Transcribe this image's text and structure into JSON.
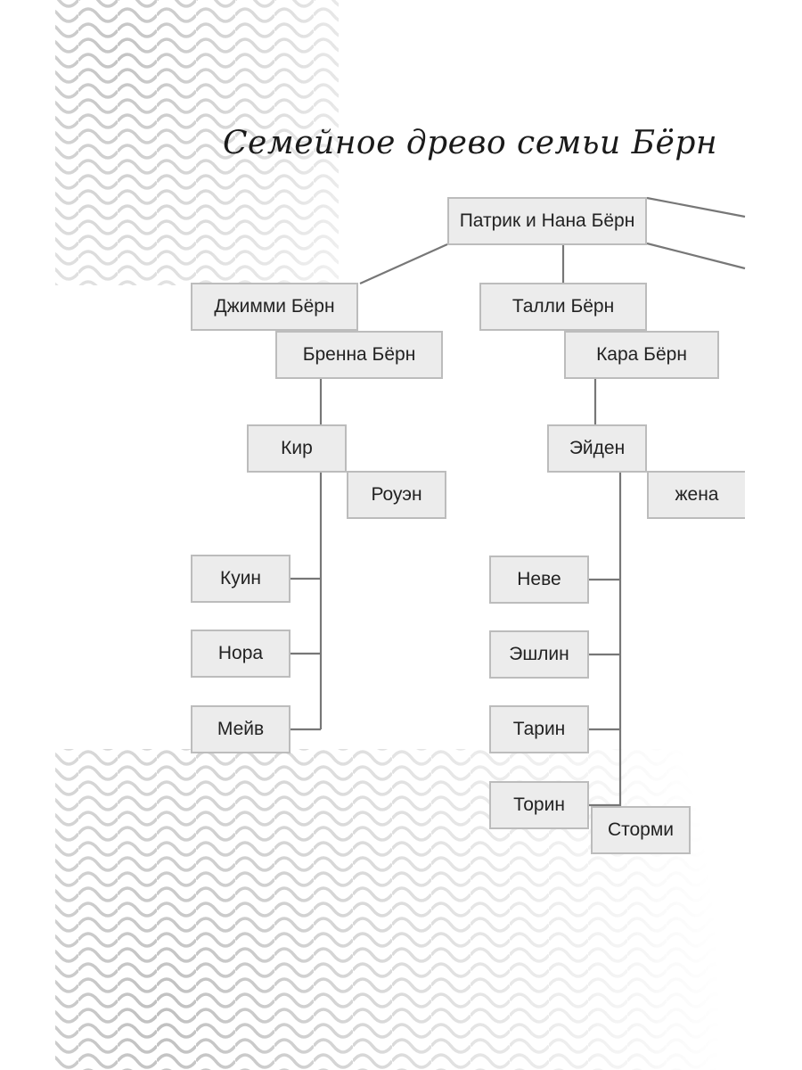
{
  "title": "Семейное древо семьи Бёрн",
  "colors": {
    "box_fill": "#ececec",
    "box_border": "#bcbcbc",
    "line": "#777777",
    "text": "#222222"
  },
  "tree": {
    "root": "Патрик и Нана Бёрн",
    "jimmy": "Джимми Бёрн",
    "brenna": "Бренна Бёрн",
    "talli": "Талли Бёрн",
    "kara": "Кара Бёрн",
    "kir": "Кир",
    "rowan": "Роуэн",
    "aiden": "Эйден",
    "wife": "жена",
    "quinn": "Куин",
    "nora": "Нора",
    "maeve": "Мейв",
    "neve": "Неве",
    "aislin": "Эшлин",
    "tarin": "Тарин",
    "torin": "Торин",
    "stormy": "Сторми"
  }
}
